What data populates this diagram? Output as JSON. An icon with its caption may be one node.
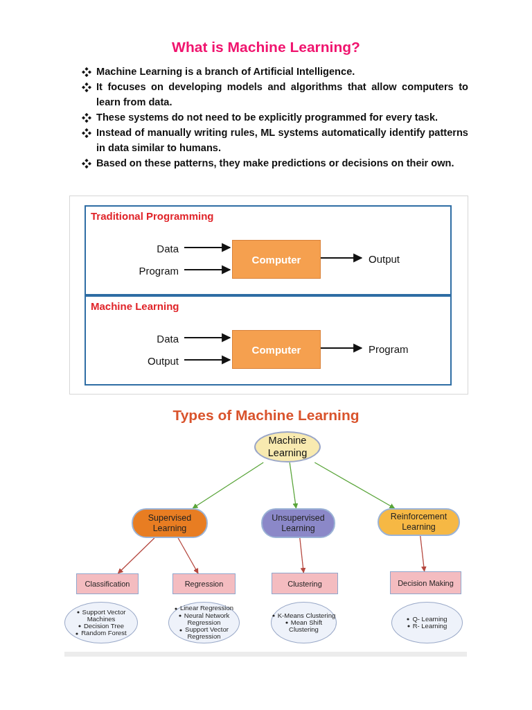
{
  "diagram": {
    "title": "What is Machine Learning?",
    "nodes": [
      {
        "text": [
          "Traditional Programming"
        ]
      },
      {
        "text": [
          "Data"
        ],
        "in": 0
      },
      {
        "text": [
          "Program"
        ],
        "in": 0
      },
      {
        "text": [
          "Computer"
        ],
        "in": 0
      },
      {
        "text": [
          "Output"
        ],
        "in": 0
      },
      {
        "text": [
          "Machine Learning"
        ]
      },
      {
        "text": [
          "Data"
        ],
        "in": 5
      },
      {
        "text": [
          "Output"
        ],
        "in": 5
      },
      {
        "text": [
          "Computer"
        ],
        "in": 5
      },
      {
        "text": [
          "Program"
        ],
        "in": 5
      },
      {
        "text": [
          "Machine Learning"
        ]
      },
      {
        "text": [
          "Supervised Learning"
        ]
      },
      {
        "text": [
          "Unsupervised Learning"
        ]
      },
      {
        "text": [
          "Reinforcement Learning"
        ]
      },
      {
        "text": [
          "Classification"
        ]
      },
      {
        "text": [
          "Regression"
        ]
      },
      {
        "text": [
          "Clustering"
        ]
      },
      {
        "text": [
          "Decision Making"
        ]
      },
      {
        "text": [
          "Support Vector Machines",
          "Decision Tree",
          "Random Forest"
        ]
      },
      {
        "text": [
          "Linear Regression",
          "Neural Network Regression",
          "Support Vector Regression"
        ]
      },
      {
        "text": [
          "K-Means Clustering",
          "Mean Shift Clustering"
        ]
      },
      {
        "text": [
          "Q- Learning",
          "R- Learning"
        ]
      }
    ],
    "edges": [
      {
        "from": 1,
        "to": 3,
        "arrow": "to"
      },
      {
        "from": 2,
        "to": 3,
        "arrow": "to"
      },
      {
        "from": 3,
        "to": 4,
        "arrow": "to"
      },
      {
        "from": 6,
        "to": 8,
        "arrow": "to"
      },
      {
        "from": 7,
        "to": 8,
        "arrow": "to"
      },
      {
        "from": 8,
        "to": 9,
        "arrow": "to"
      },
      {
        "from": 10,
        "to": 11,
        "arrow": "to",
        "color": "#5aa53a"
      },
      {
        "from": 10,
        "to": 12,
        "arrow": "to",
        "color": "#5aa53a"
      },
      {
        "from": 10,
        "to": 13,
        "arrow": "to",
        "color": "#5aa53a"
      },
      {
        "from": 11,
        "to": 14,
        "arrow": "to",
        "color": "#b5483f"
      },
      {
        "from": 11,
        "to": 15,
        "arrow": "to",
        "color": "#b5483f"
      },
      {
        "from": 12,
        "to": 16,
        "arrow": "to",
        "color": "#b5483f"
      },
      {
        "from": 13,
        "to": 17,
        "arrow": "to",
        "color": "#b5483f"
      }
    ],
    "labels": [
      "Machine Learning is a branch of Artificial Intelligence.",
      "It focuses on developing models and algorithms that allow computers to learn from data.",
      "These systems do not need to be explicitly programmed for every task.",
      "Instead of manually writing rules, ML systems automatically identify patterns in data similar to humans.",
      "Based on these patterns, they make predictions or decisions on their own.",
      "Types of Machine Learning"
    ]
  }
}
